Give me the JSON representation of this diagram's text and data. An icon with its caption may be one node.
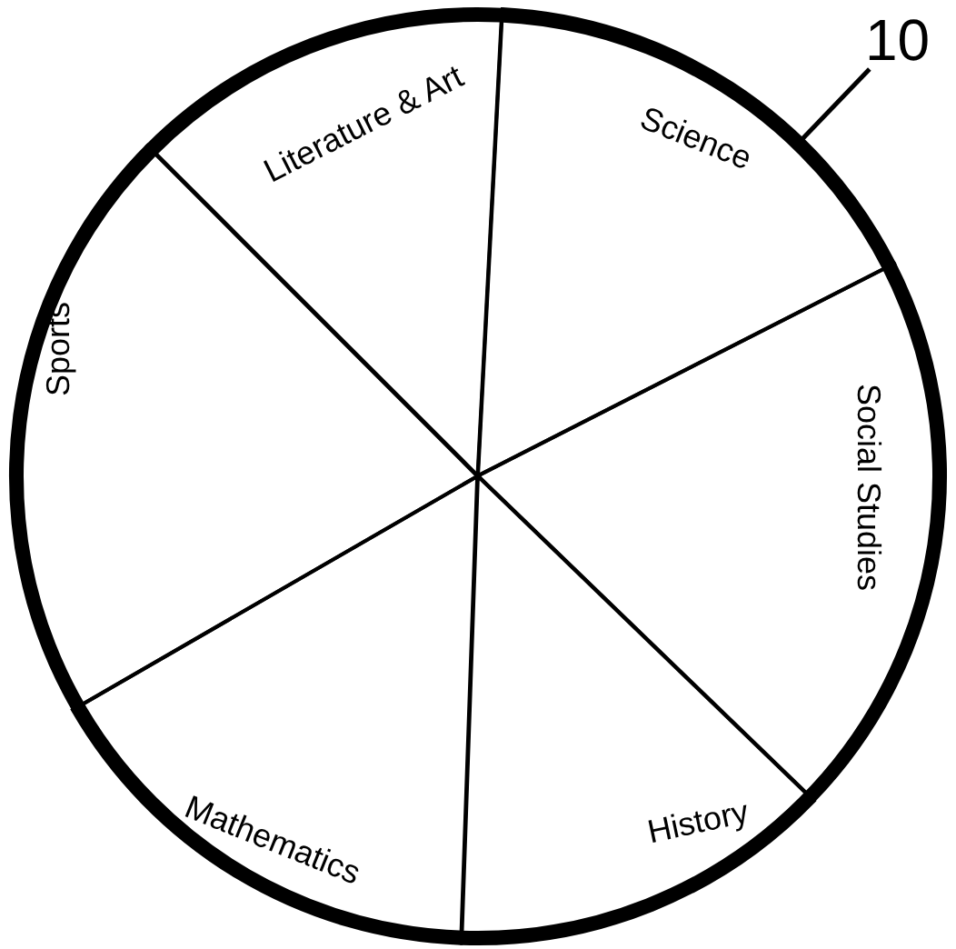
{
  "diagram": {
    "nodes": [
      {
        "text": [],
        "shape": "circle"
      },
      {
        "text": [
          "Literature & Art"
        ],
        "in": 0
      },
      {
        "text": [
          "Science"
        ],
        "in": 0
      },
      {
        "text": [
          "Social Studies"
        ],
        "in": 0
      },
      {
        "text": [
          "History"
        ],
        "in": 0
      },
      {
        "text": [
          "Mathematics"
        ],
        "in": 0
      },
      {
        "text": [
          "Sports"
        ],
        "in": 0
      },
      {
        "text": [
          "10"
        ]
      }
    ],
    "edges": [
      {
        "from": 7,
        "to": 0,
        "arrow": "none"
      }
    ]
  }
}
